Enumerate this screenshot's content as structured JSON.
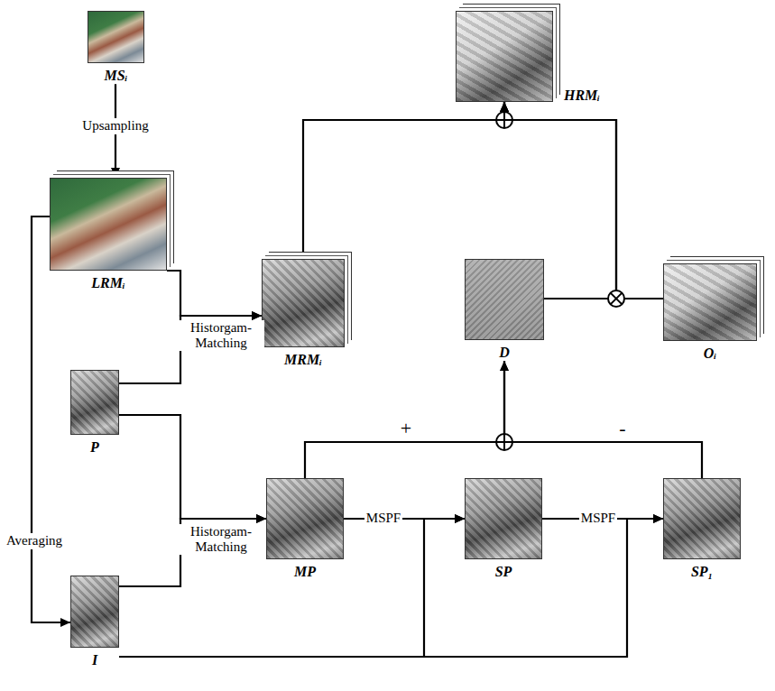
{
  "diagram": {
    "nodes": [
      {
        "text": [
          "MSᵢ"
        ]
      },
      {
        "text": [
          "HRMᵢ"
        ]
      },
      {
        "text": [
          "LRMᵢ"
        ]
      },
      {
        "text": [
          "MRMᵢ"
        ]
      },
      {
        "text": [
          "D"
        ]
      },
      {
        "text": [
          "Oᵢ"
        ]
      },
      {
        "text": [
          "P"
        ]
      },
      {
        "text": [
          "MP"
        ]
      },
      {
        "text": [
          "SP"
        ]
      },
      {
        "text": [
          "SP₁"
        ]
      },
      {
        "text": [
          "I"
        ]
      }
    ],
    "edges": [
      {
        "from": 0,
        "to": 2,
        "label": "Upsampling",
        "arrow": "to"
      },
      {
        "from": 2,
        "to": 3,
        "label": "Historgam- Matching",
        "arrow": "to"
      },
      {
        "from": 6,
        "to": 3,
        "arrow": "to"
      },
      {
        "from": 6,
        "to": 7,
        "arrow": "to"
      },
      {
        "from": 10,
        "to": 7,
        "label": "Historgam- Matching",
        "arrow": "to"
      },
      {
        "from": 2,
        "to": 10,
        "label": "Averaging",
        "arrow": "to"
      },
      {
        "from": 7,
        "to": 8,
        "label": "MSPF",
        "arrow": "to"
      },
      {
        "from": 8,
        "to": 9,
        "label": "MSPF",
        "arrow": "to"
      },
      {
        "from": 10,
        "to": 8,
        "arrow": "to"
      },
      {
        "from": 10,
        "to": 9,
        "arrow": "to"
      },
      {
        "from": 7,
        "to": 4,
        "label": "+",
        "arrow": "to"
      },
      {
        "from": 9,
        "to": 4,
        "label": "-",
        "arrow": "to"
      },
      {
        "from": 3,
        "to": 1,
        "arrow": "to"
      },
      {
        "from": 4,
        "to": 1,
        "arrow": "to"
      },
      {
        "from": 5,
        "to": 1,
        "arrow": "to"
      }
    ]
  }
}
